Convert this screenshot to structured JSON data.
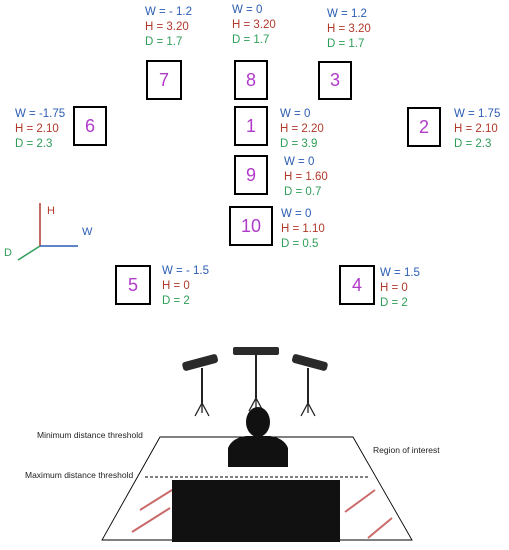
{
  "positions": [
    {
      "num": "1",
      "w": "W = 0",
      "h": "H = 2.20",
      "d": "D = 3.9"
    },
    {
      "num": "2",
      "w": "W = 1.75",
      "h": "H = 2.10",
      "d": "D = 2.3"
    },
    {
      "num": "3",
      "w": "W = 1.2",
      "h": "H = 3.20",
      "d": "D = 1.7"
    },
    {
      "num": "4",
      "w": "W = 1.5",
      "h": "H = 0",
      "d": "D = 2"
    },
    {
      "num": "5",
      "w": "W = - 1.5",
      "h": "H = 0",
      "d": "D = 2"
    },
    {
      "num": "6",
      "w": "W = -1.75",
      "h": "H = 2.10",
      "d": "D = 2.3"
    },
    {
      "num": "7",
      "w": "W = - 1.2",
      "h": "H = 3.20",
      "d": "D = 1.7"
    },
    {
      "num": "8",
      "w": "W = 0",
      "h": "H = 3.20",
      "d": "D = 1.7"
    },
    {
      "num": "9",
      "w": "W = 0",
      "h": "H = 1.60",
      "d": "D = 0.7"
    },
    {
      "num": "10",
      "w": "W = 0",
      "h": "H = 1.10",
      "d": "D = 0.5"
    }
  ],
  "axes": {
    "h": "H",
    "w": "W",
    "d": "D"
  },
  "setup": {
    "min_threshold": "Minimum distance threshold",
    "max_threshold": "Maximum distance threshold",
    "region": "Region of interest"
  },
  "colors": {
    "w": "#2b5db3",
    "h": "#b0392b",
    "d": "#2e9e57",
    "num": "#b03ac9"
  }
}
